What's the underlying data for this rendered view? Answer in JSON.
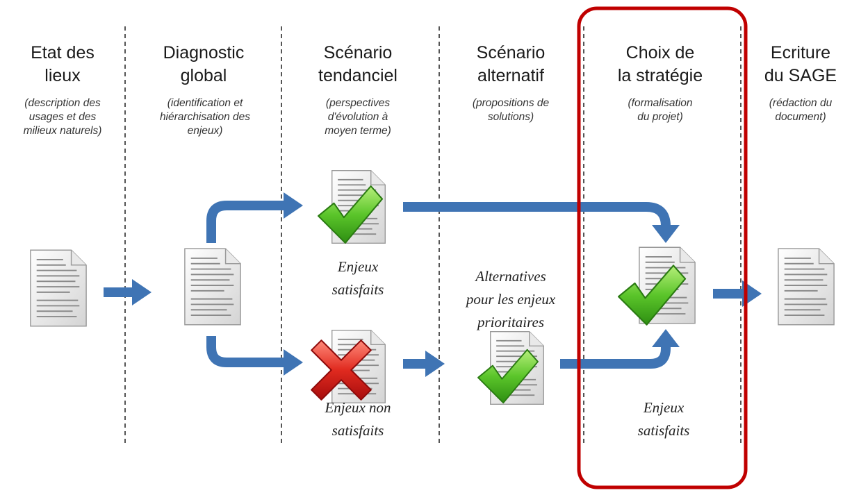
{
  "columns": [
    {
      "title": "Etat des\nlieux",
      "subtitle": "(description des\nusages et des\nmilieux naturels)"
    },
    {
      "title": "Diagnostic\nglobal",
      "subtitle": "(identification et\nhiérarchisation des\nenjeux)"
    },
    {
      "title": "Scénario\ntendanciel",
      "subtitle": "(perspectives\nd'évolution à\nmoyen terme)"
    },
    {
      "title": "Scénario\nalternatif",
      "subtitle": "(propositions de\nsolutions)"
    },
    {
      "title": "Choix de\nla stratégie",
      "subtitle": "(formalisation\ndu projet)"
    },
    {
      "title": "Ecriture\ndu SAGE",
      "subtitle": "(rédaction du\ndocument)"
    }
  ],
  "labels": {
    "tendanciel_ok": "Enjeux\nsatisfaits",
    "tendanciel_ko": "Enjeux non\nsatisfaits",
    "alternatives": "Alternatives\npour les enjeux\nprioritaires",
    "strategie_ok": "Enjeux\nsatisfaits"
  },
  "icons": [
    "document-icon",
    "checkmark-icon",
    "cross-icon",
    "arrow-icon"
  ],
  "colors": {
    "arrow": "#3f74b4",
    "highlight": "#c00000",
    "check": "#58c02a",
    "cross": "#d81c1c",
    "divider": "#555555"
  }
}
